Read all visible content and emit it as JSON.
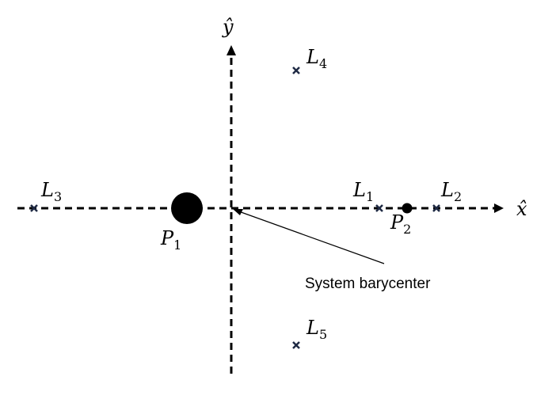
{
  "axes": {
    "x_label": "x̂",
    "y_label": "ŷ"
  },
  "bodies": {
    "primary": {
      "letter": "P",
      "sub": "1"
    },
    "secondary": {
      "letter": "P",
      "sub": "2"
    }
  },
  "lagrange_points": [
    {
      "letter": "L",
      "sub": "1"
    },
    {
      "letter": "L",
      "sub": "2"
    },
    {
      "letter": "L",
      "sub": "3"
    },
    {
      "letter": "L",
      "sub": "4"
    },
    {
      "letter": "L",
      "sub": "5"
    }
  ],
  "annotation": {
    "text": "System barycenter"
  },
  "colors": {
    "axis": "#000000",
    "lagrange_marker": "#1f2a44",
    "body_fill": "#000000"
  }
}
